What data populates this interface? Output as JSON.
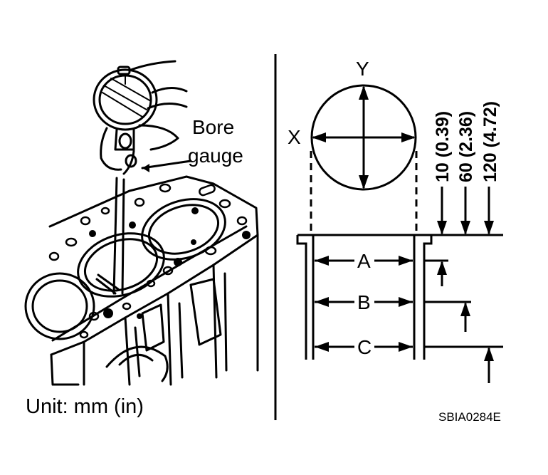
{
  "left_panel": {
    "tool_label_line1": "Bore",
    "tool_label_line2": "gauge",
    "unit_label": "Unit: mm (in)"
  },
  "right_panel": {
    "axis_y": "Y",
    "axis_x": "X",
    "level_a": "A",
    "level_b": "B",
    "level_c": "C",
    "dim_10": "10 (0.39)",
    "dim_60": "60 (2.36)",
    "dim_120": "120 (4.72)"
  },
  "figure_code": "SBIA0284E"
}
